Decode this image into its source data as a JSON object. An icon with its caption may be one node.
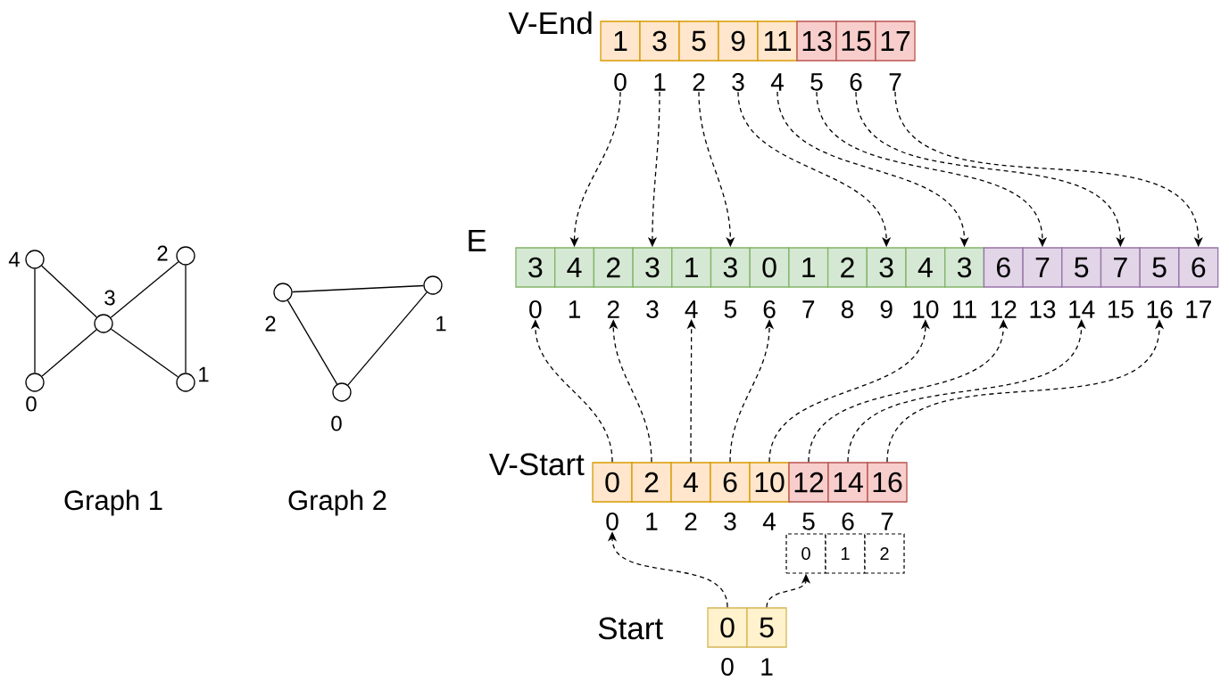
{
  "diagram": {
    "nodes": [
      {
        "text": [],
        "shape": "circle",
        "beside": [
          "4"
        ]
      },
      {
        "text": [],
        "shape": "circle",
        "beside": [
          "0"
        ]
      },
      {
        "text": [],
        "shape": "circle",
        "beside": [
          "3"
        ]
      },
      {
        "text": [],
        "shape": "circle",
        "beside": [
          "2"
        ]
      },
      {
        "text": [],
        "shape": "circle",
        "beside": [
          "1"
        ]
      },
      {
        "text": [],
        "shape": "circle",
        "beside": [
          "2"
        ]
      },
      {
        "text": [],
        "shape": "circle",
        "beside": [
          "0"
        ]
      },
      {
        "text": [],
        "shape": "circle",
        "beside": [
          "1"
        ]
      },
      {
        "text": [
          "1"
        ],
        "beside": [
          "0"
        ]
      },
      {
        "text": [
          "3"
        ],
        "beside": [
          "1"
        ]
      },
      {
        "text": [
          "5"
        ],
        "beside": [
          "2"
        ]
      },
      {
        "text": [
          "9"
        ],
        "beside": [
          "3"
        ]
      },
      {
        "text": [
          "11"
        ],
        "beside": [
          "4"
        ]
      },
      {
        "text": [
          "13"
        ],
        "beside": [
          "5"
        ]
      },
      {
        "text": [
          "15"
        ],
        "beside": [
          "6"
        ]
      },
      {
        "text": [
          "17"
        ],
        "beside": [
          "7"
        ]
      },
      {
        "text": [
          "3"
        ],
        "beside": [
          "0"
        ]
      },
      {
        "text": [
          "4"
        ],
        "beside": [
          "1"
        ]
      },
      {
        "text": [
          "2"
        ],
        "beside": [
          "2"
        ]
      },
      {
        "text": [
          "3"
        ],
        "beside": [
          "3"
        ]
      },
      {
        "text": [
          "1"
        ],
        "beside": [
          "4"
        ]
      },
      {
        "text": [
          "3"
        ],
        "beside": [
          "5"
        ]
      },
      {
        "text": [
          "0"
        ],
        "beside": [
          "6"
        ]
      },
      {
        "text": [
          "1"
        ],
        "beside": [
          "7"
        ]
      },
      {
        "text": [
          "2"
        ],
        "beside": [
          "8"
        ]
      },
      {
        "text": [
          "3"
        ],
        "beside": [
          "9"
        ]
      },
      {
        "text": [
          "4"
        ],
        "beside": [
          "10"
        ]
      },
      {
        "text": [
          "3"
        ],
        "beside": [
          "11"
        ]
      },
      {
        "text": [
          "6"
        ],
        "beside": [
          "12"
        ]
      },
      {
        "text": [
          "7"
        ],
        "beside": [
          "13"
        ]
      },
      {
        "text": [
          "5"
        ],
        "beside": [
          "14"
        ]
      },
      {
        "text": [
          "7"
        ],
        "beside": [
          "15"
        ]
      },
      {
        "text": [
          "5"
        ],
        "beside": [
          "16"
        ]
      },
      {
        "text": [
          "6"
        ],
        "beside": [
          "17"
        ]
      },
      {
        "text": [
          "0"
        ],
        "beside": [
          "0"
        ]
      },
      {
        "text": [
          "2"
        ],
        "beside": [
          "1"
        ]
      },
      {
        "text": [
          "4"
        ],
        "beside": [
          "2"
        ]
      },
      {
        "text": [
          "6"
        ],
        "beside": [
          "3"
        ]
      },
      {
        "text": [
          "10"
        ],
        "beside": [
          "4"
        ]
      },
      {
        "text": [
          "12"
        ],
        "beside": [
          "5"
        ]
      },
      {
        "text": [
          "14"
        ],
        "beside": [
          "6"
        ]
      },
      {
        "text": [
          "16"
        ],
        "beside": [
          "7"
        ]
      },
      {
        "text": [
          "0"
        ]
      },
      {
        "text": [
          "1"
        ]
      },
      {
        "text": [
          "2"
        ]
      },
      {
        "text": [
          "0"
        ],
        "beside": [
          "0"
        ]
      },
      {
        "text": [
          "5"
        ],
        "beside": [
          "1"
        ]
      }
    ],
    "edges": [
      {
        "from": 0,
        "to": 1,
        "arrow": "none"
      },
      {
        "from": 0,
        "to": 2,
        "arrow": "none"
      },
      {
        "from": 2,
        "to": 3,
        "arrow": "none"
      },
      {
        "from": 2,
        "to": 1,
        "arrow": "none"
      },
      {
        "from": 2,
        "to": 4,
        "arrow": "none"
      },
      {
        "from": 3,
        "to": 4,
        "arrow": "none"
      },
      {
        "from": 5,
        "to": 7,
        "arrow": "none"
      },
      {
        "from": 5,
        "to": 6,
        "arrow": "none"
      },
      {
        "from": 6,
        "to": 7,
        "arrow": "none"
      },
      {
        "from": 8,
        "to": 17,
        "arrow": "to",
        "style": "dashed"
      },
      {
        "from": 9,
        "to": 19,
        "arrow": "to",
        "style": "dashed"
      },
      {
        "from": 10,
        "to": 21,
        "arrow": "to",
        "style": "dashed"
      },
      {
        "from": 11,
        "to": 25,
        "arrow": "to",
        "style": "dashed"
      },
      {
        "from": 12,
        "to": 27,
        "arrow": "to",
        "style": "dashed"
      },
      {
        "from": 13,
        "to": 29,
        "arrow": "to",
        "style": "dashed"
      },
      {
        "from": 14,
        "to": 31,
        "arrow": "to",
        "style": "dashed"
      },
      {
        "from": 15,
        "to": 33,
        "arrow": "to",
        "style": "dashed"
      },
      {
        "from": 34,
        "to": 16,
        "arrow": "to",
        "style": "dashed"
      },
      {
        "from": 35,
        "to": 18,
        "arrow": "to",
        "style": "dashed"
      },
      {
        "from": 36,
        "to": 20,
        "arrow": "to",
        "style": "dashed"
      },
      {
        "from": 37,
        "to": 22,
        "arrow": "to",
        "style": "dashed"
      },
      {
        "from": 38,
        "to": 26,
        "arrow": "to",
        "style": "dashed"
      },
      {
        "from": 39,
        "to": 28,
        "arrow": "to",
        "style": "dashed"
      },
      {
        "from": 40,
        "to": 30,
        "arrow": "to",
        "style": "dashed"
      },
      {
        "from": 41,
        "to": 32,
        "arrow": "to",
        "style": "dashed"
      },
      {
        "from": 45,
        "to": 34,
        "arrow": "to",
        "style": "dashed"
      },
      {
        "from": 46,
        "to": 42,
        "arrow": "to",
        "style": "dashed"
      }
    ],
    "labels": [
      "V-End",
      "E",
      "V-Start",
      "Graph 1",
      "Graph 2",
      "Start"
    ]
  }
}
